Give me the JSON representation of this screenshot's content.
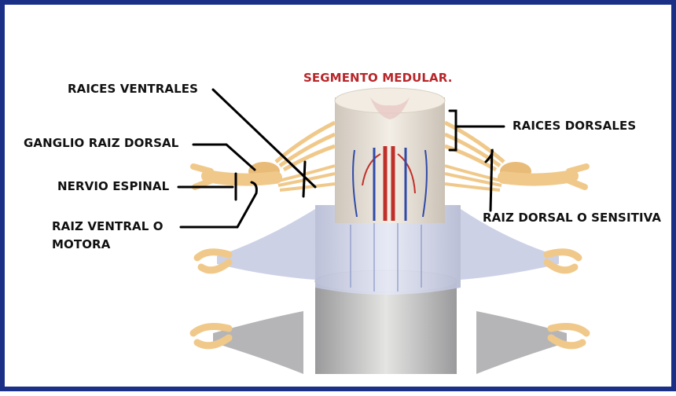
{
  "title": "SEGMENTO MEDULAR.",
  "labels": {
    "raices_ventrales": "RAICES VENTRALES",
    "ganglio_raiz_dorsal": "GANGLIO RAIZ DORSAL",
    "nervio_espinal": "NERVIO ESPINAL",
    "raiz_ventral_line1": "RAIZ VENTRAL O",
    "raiz_ventral_line2": "MOTORA",
    "raices_dorsales": "RAICES DORSALES",
    "raiz_dorsal_sensitiva": "RAIZ DORSAL O SENSITIVA"
  },
  "colors": {
    "border": "#1a2f86",
    "title": "#b8262a",
    "nerve": "#f0c98a",
    "cord": "#efe6d8",
    "membrane": "#d6dcef",
    "artery": "#c0302a",
    "vein": "#2f4aa8"
  }
}
